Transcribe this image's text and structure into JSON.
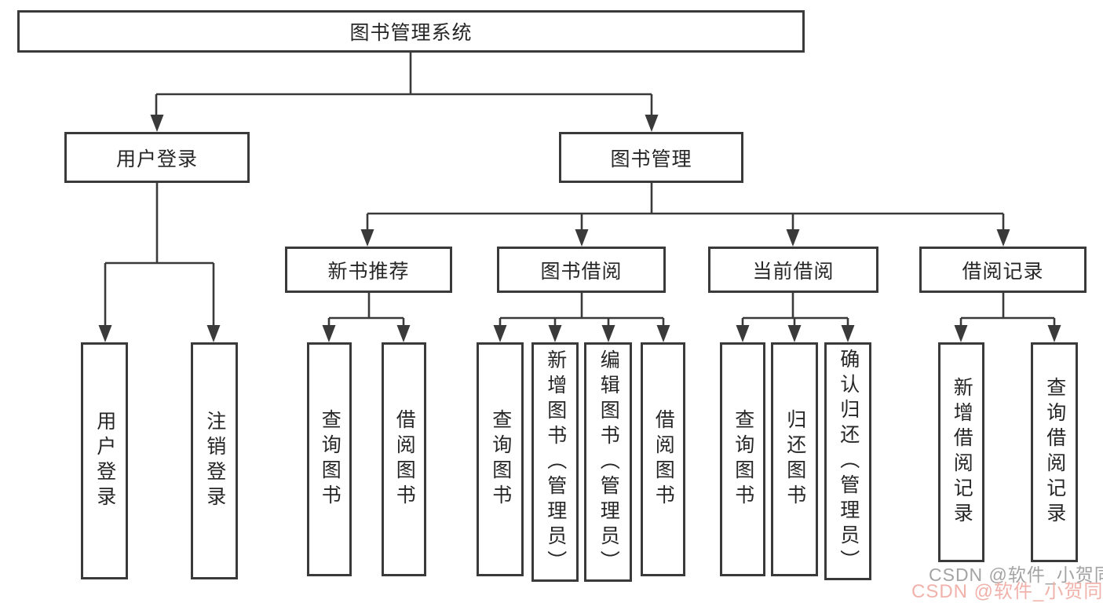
{
  "diagram": {
    "title": "图书管理系统",
    "children": [
      {
        "label": "用户登录",
        "children": [
          {
            "label": "用户登录"
          },
          {
            "label": "注销登录"
          }
        ]
      },
      {
        "label": "图书管理",
        "children": [
          {
            "label": "新书推荐",
            "children": [
              {
                "label": "查询图书"
              },
              {
                "label": "借阅图书"
              }
            ]
          },
          {
            "label": "图书借阅",
            "children": [
              {
                "label": "查询图书"
              },
              {
                "label": "新增图书（管理员）"
              },
              {
                "label": "编辑图书（管理员）"
              },
              {
                "label": "借阅图书"
              }
            ]
          },
          {
            "label": "当前借阅",
            "children": [
              {
                "label": "查询图书"
              },
              {
                "label": "归还图书"
              },
              {
                "label": "确认归还（管理员）"
              }
            ]
          },
          {
            "label": "借阅记录",
            "children": [
              {
                "label": "新增借阅记录"
              },
              {
                "label": "查询借阅记录"
              }
            ]
          }
        ]
      }
    ]
  },
  "colors": {
    "line": "#3a3a3a",
    "text": "#262626",
    "watermark_grey": "#a3a3a3",
    "watermark_pink": "#f0b2aa"
  },
  "watermark": {
    "text": "CSDN @软件_小贺同学"
  }
}
